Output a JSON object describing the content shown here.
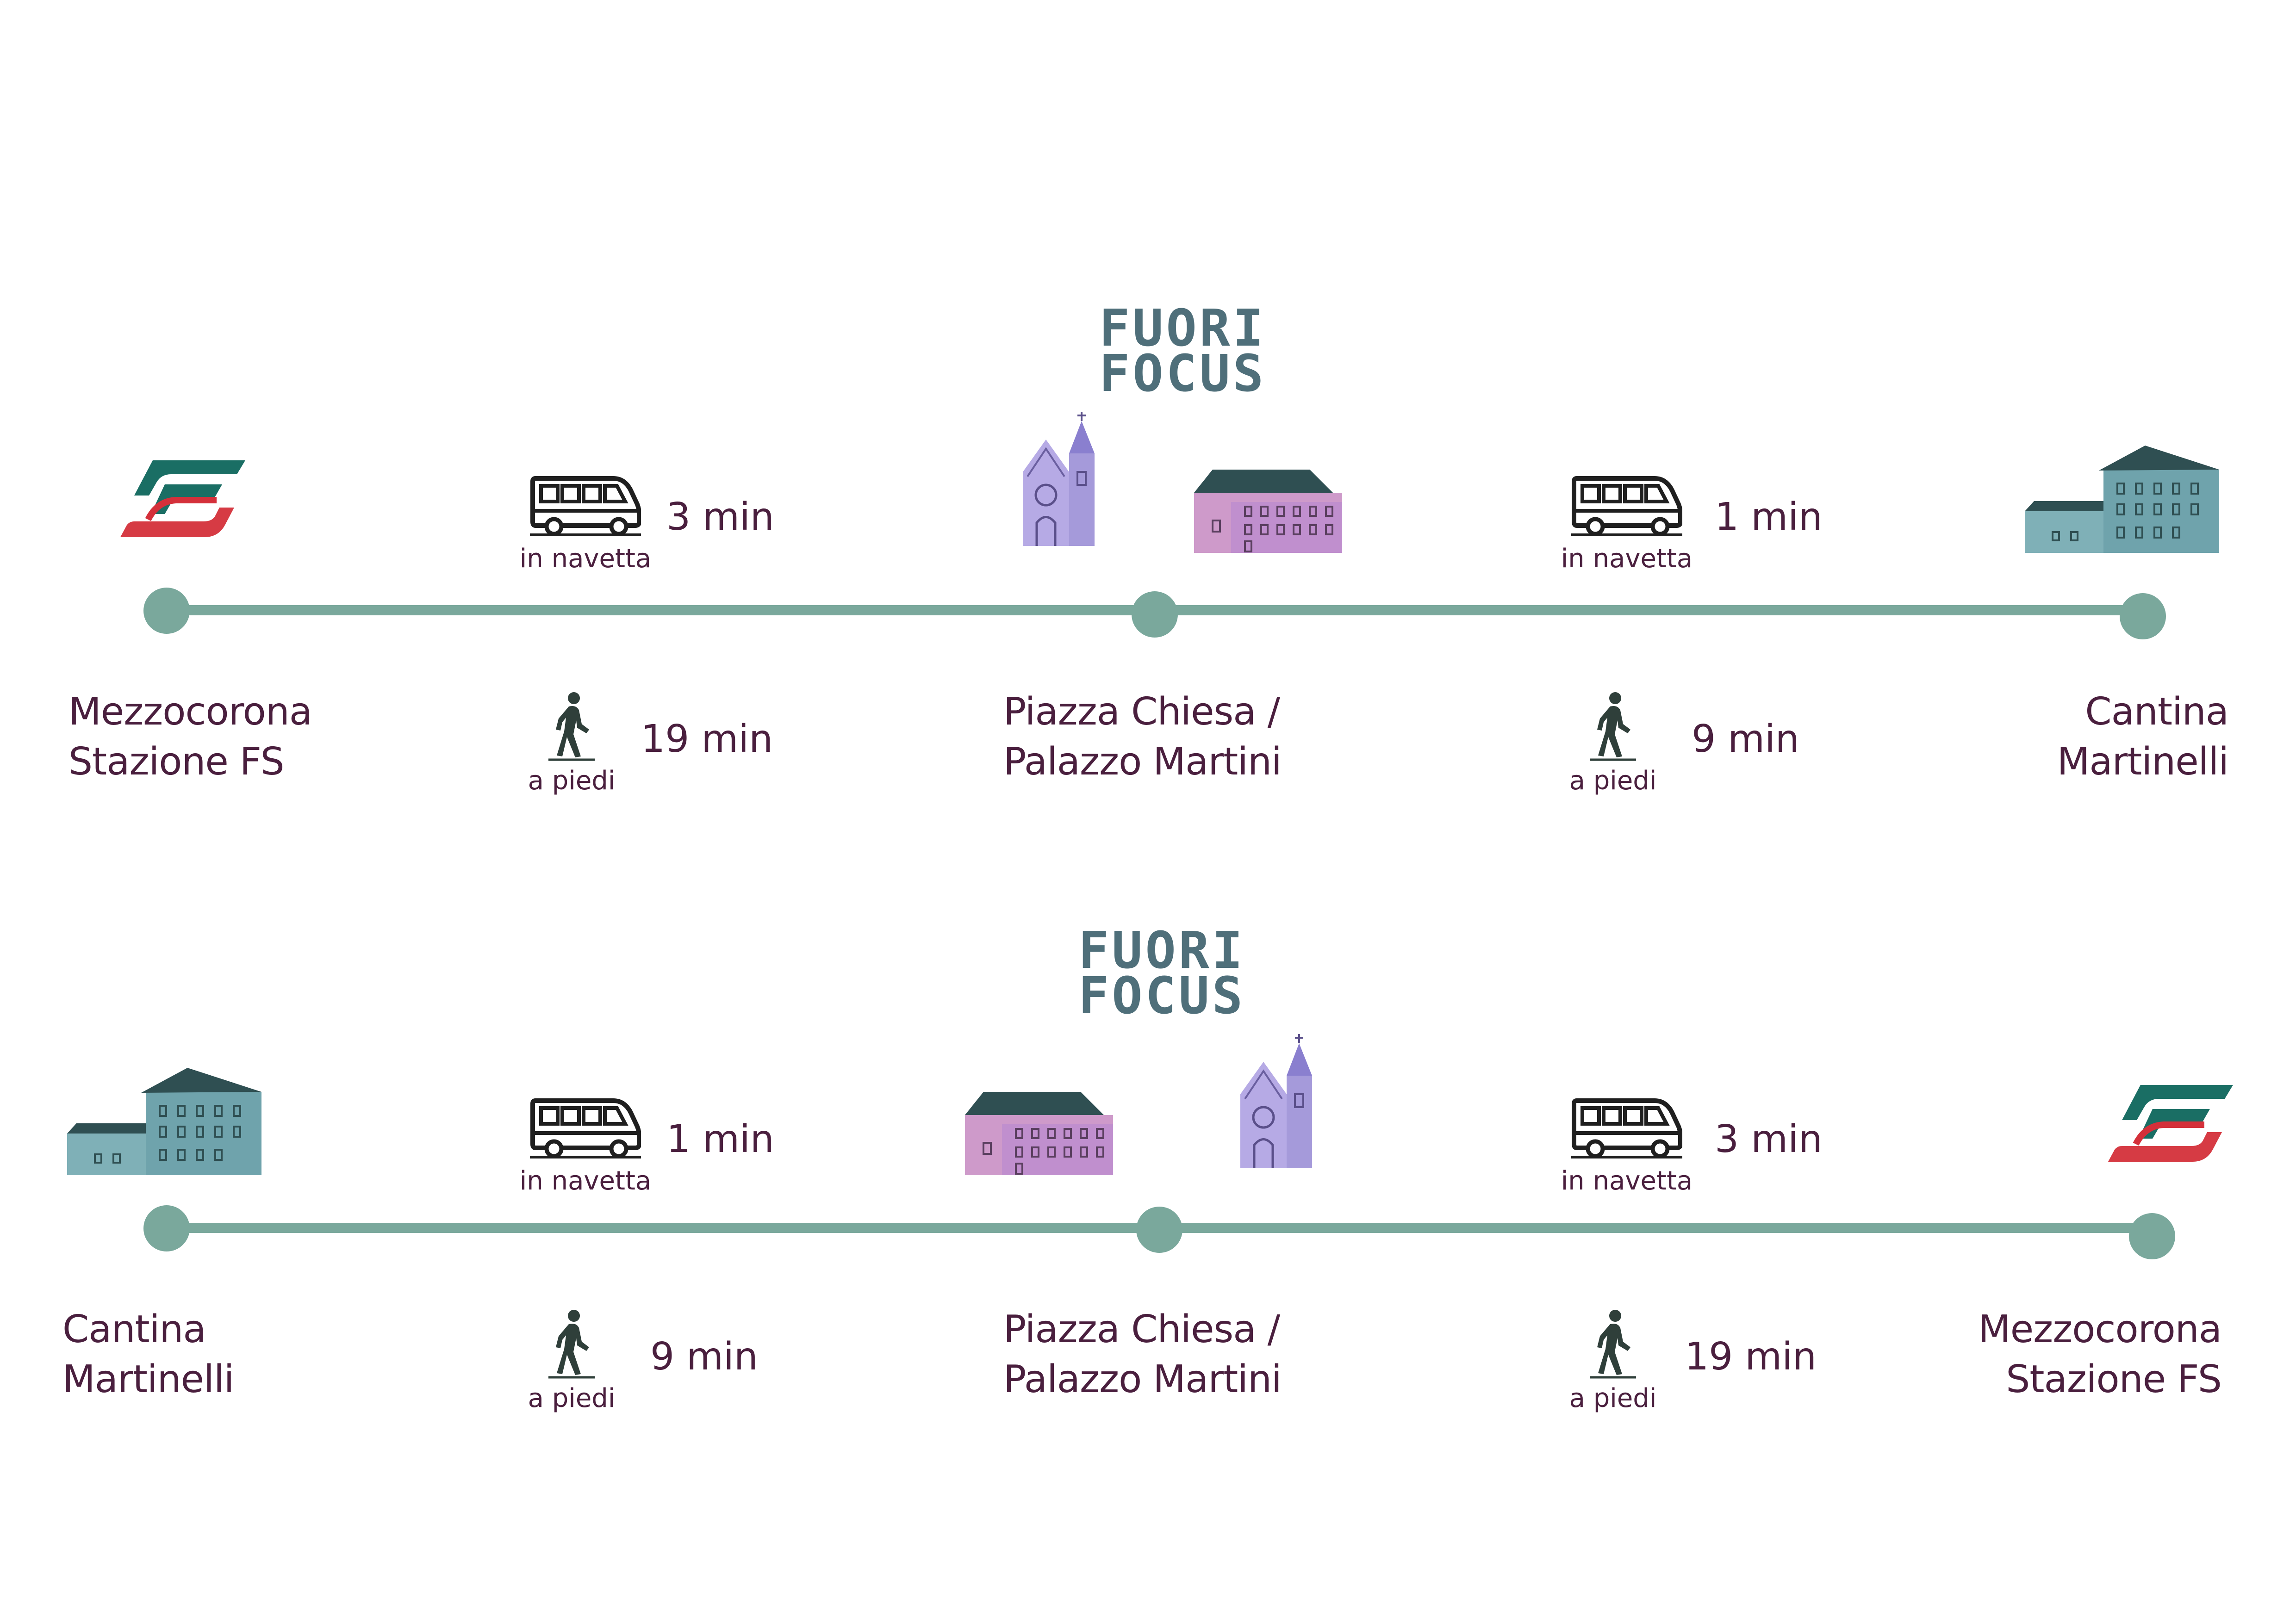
{
  "colors": {
    "line": "#7aa89c",
    "text": "#4a1f3e",
    "fuori_focus": "#4f6f7a",
    "fs_green": "#1a6e64",
    "fs_red": "#d4303a",
    "church": "#9b8fd6",
    "palazzo": "#c98fc4",
    "cantina": "#6fa3ac"
  },
  "routes": [
    {
      "fuori_focus": [
        "FUORI",
        "FOCUS"
      ],
      "start": {
        "line1": "Mezzocorona",
        "line2": "Stazione FS",
        "icon": "fs-railway-logo-icon"
      },
      "middle": {
        "line1": "Piazza Chiesa /",
        "line2": "Palazzo Martini",
        "icons": [
          "church-icon",
          "palazzo-icon"
        ]
      },
      "end": {
        "line1": "Cantina",
        "line2": "Martinelli",
        "icon": "cantina-building-icon"
      },
      "segments": [
        {
          "shuttle_time": "3 min",
          "shuttle_label": "in navetta",
          "walk_time": "19 min",
          "walk_label": "a piedi"
        },
        {
          "shuttle_time": "1 min",
          "shuttle_label": "in navetta",
          "walk_time": "9 min",
          "walk_label": "a piedi"
        }
      ]
    },
    {
      "fuori_focus": [
        "FUORI",
        "FOCUS"
      ],
      "start": {
        "line1": "Cantina",
        "line2": "Martinelli",
        "icon": "cantina-building-icon"
      },
      "middle": {
        "line1": "Piazza Chiesa /",
        "line2": "Palazzo Martini",
        "icons": [
          "palazzo-icon",
          "church-icon"
        ]
      },
      "end": {
        "line1": "Mezzocorona",
        "line2": "Stazione FS",
        "icon": "fs-railway-logo-icon"
      },
      "segments": [
        {
          "shuttle_time": "1 min",
          "shuttle_label": "in navetta",
          "walk_time": "9 min",
          "walk_label": "a piedi"
        },
        {
          "shuttle_time": "3 min",
          "shuttle_label": "in navetta",
          "walk_time": "19 min",
          "walk_label": "a piedi"
        }
      ]
    }
  ]
}
